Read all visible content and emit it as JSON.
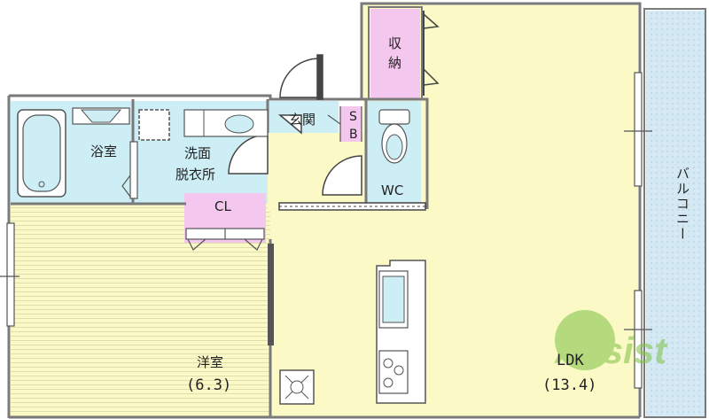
{
  "rooms": {
    "storage": "収納",
    "bath": "浴室",
    "entrance": "玄関",
    "shoe_box_top": "S",
    "shoe_box_bottom": "B",
    "washroom_line1": "洗面",
    "washroom_line2": "脱衣所",
    "toilet": "WC",
    "closet": "CL",
    "western_room": "洋室",
    "western_room_size": "(6.3)",
    "ldk": "LDK",
    "ldk_size": "(13.4)",
    "balcony": "バルコニー"
  },
  "watermark": {
    "text": "Assist"
  },
  "colors": {
    "ldk_floor": "#fbf9c6",
    "wet_area": "#cdeef5",
    "storage": "#f4c7ee",
    "balcony": "#d4e9f3",
    "wall": "#7a7a7a",
    "watermark": "#7cc242"
  }
}
